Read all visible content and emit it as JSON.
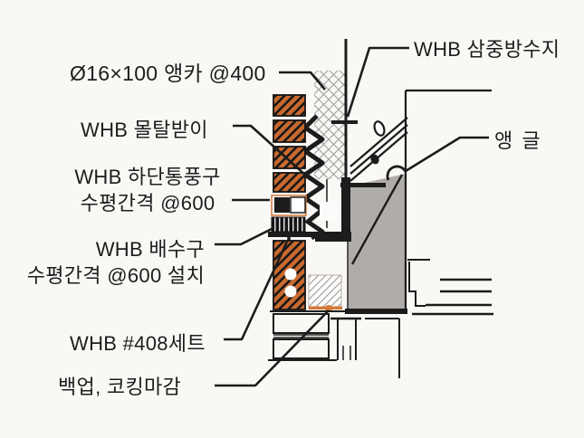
{
  "diagram": {
    "kind": "wall-section-construction-detail",
    "labels": {
      "waterproof": "WHB 삼중방수지",
      "anchor": "Ø16×100 앵카 @400",
      "mortar_catch": "WHB 몰탈받이",
      "lower_vent_line1": "WHB 하단통풍구",
      "lower_vent_line2": "수평간격 @600",
      "drain_line1": "WHB 배수구",
      "drain_line2": "수평간격 @600 설치",
      "angle": "앵 글",
      "set_408": "WHB #408세트",
      "backup_caulk": "백업, 코킹마감"
    },
    "colors": {
      "bg": "#FAF8F5",
      "ink": "#1C1C1C",
      "brick": "#C9692F",
      "panel": "#AFACAA",
      "caulk": "#D4793A",
      "hatch_gray": "#9B9B9B"
    }
  }
}
